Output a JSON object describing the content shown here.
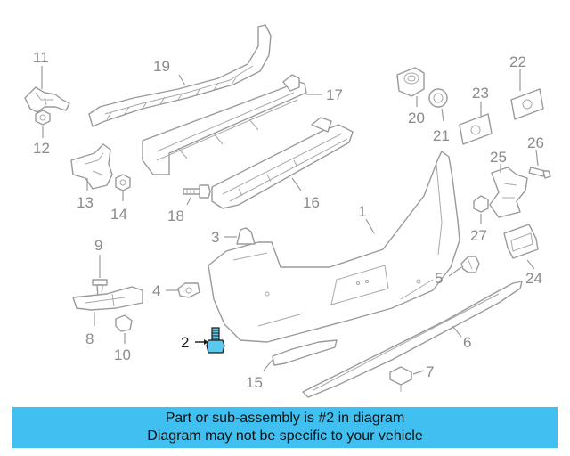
{
  "callouts": {
    "c1": "1",
    "c2": "2",
    "c3": "3",
    "c4": "4",
    "c5": "5",
    "c6": "6",
    "c7": "7",
    "c8": "8",
    "c9": "9",
    "c10": "10",
    "c11": "11",
    "c12": "12",
    "c13": "13",
    "c14": "14",
    "c15": "15",
    "c16": "16",
    "c17": "17",
    "c18": "18",
    "c19": "19",
    "c20": "20",
    "c21": "21",
    "c22": "22",
    "c23": "23",
    "c24": "24",
    "c25": "25",
    "c26": "26",
    "c27": "27"
  },
  "highlight": {
    "part_number": "2",
    "color": "#5bc8f0"
  },
  "banner": {
    "line1": "Part or sub-assembly is #2 in diagram",
    "line2": "Diagram may not be specific to your vehicle",
    "color": "#3fc0f0"
  }
}
